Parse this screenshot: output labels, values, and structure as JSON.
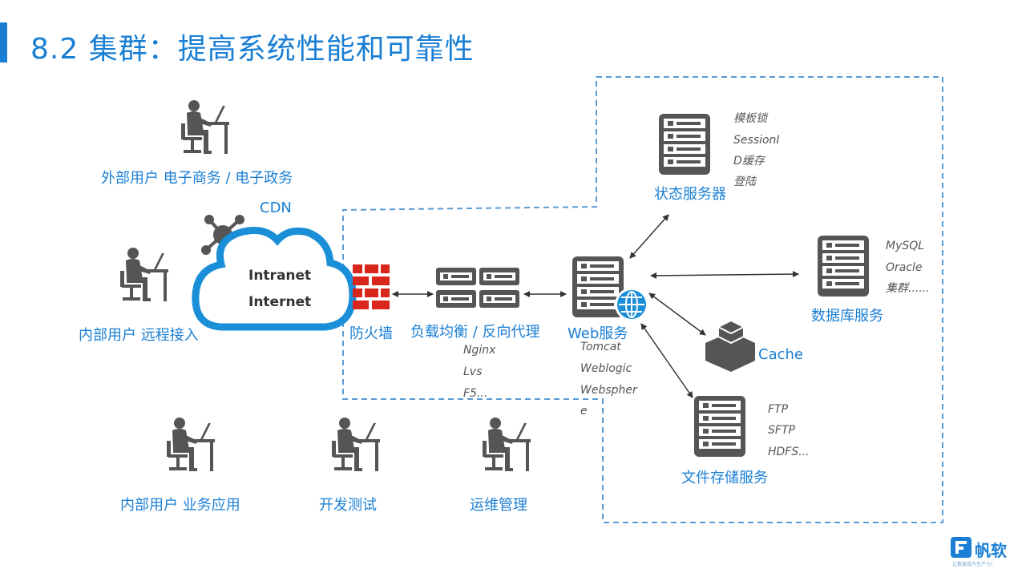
{
  "title": "8.2 集群：提高系统性能和可靠性",
  "users": {
    "external": "外部用户 电子商务 / 电子政务",
    "internal_remote": "内部用户 远程接入",
    "internal_business": "内部用户 业务应用",
    "dev_test": "开发测试",
    "ops": "运维管理"
  },
  "cdn": {
    "label": "CDN",
    "line1": "Intranet",
    "line2": "Internet"
  },
  "firewall": {
    "label": "防火墙"
  },
  "load_balancer": {
    "label": "负载均衡 / 反向代理",
    "notes": [
      "Nginx",
      "Lvs",
      "F5..."
    ]
  },
  "web": {
    "label": "Web服务",
    "notes": [
      "Tomcat",
      "Weblogic",
      "Websphere"
    ]
  },
  "state_server": {
    "label": "状态服务器",
    "notes": [
      "模板锁",
      "SessionI",
      "D缓存",
      "登陆"
    ]
  },
  "database": {
    "label": "数据库服务",
    "notes": [
      "MySQL",
      "Oracle",
      "集群......"
    ]
  },
  "cache": {
    "label": "Cache"
  },
  "file_storage": {
    "label": "文件存储服务",
    "notes": [
      "FTP",
      "SFTP",
      "HDFS..."
    ]
  },
  "logo": {
    "name": "帆软",
    "slogan": "让数据成为生产力！"
  },
  "colors": {
    "accent": "#1a7fd4",
    "icon": "#555555",
    "firewall": "#d9261c",
    "dash": "#5b9bd5"
  }
}
